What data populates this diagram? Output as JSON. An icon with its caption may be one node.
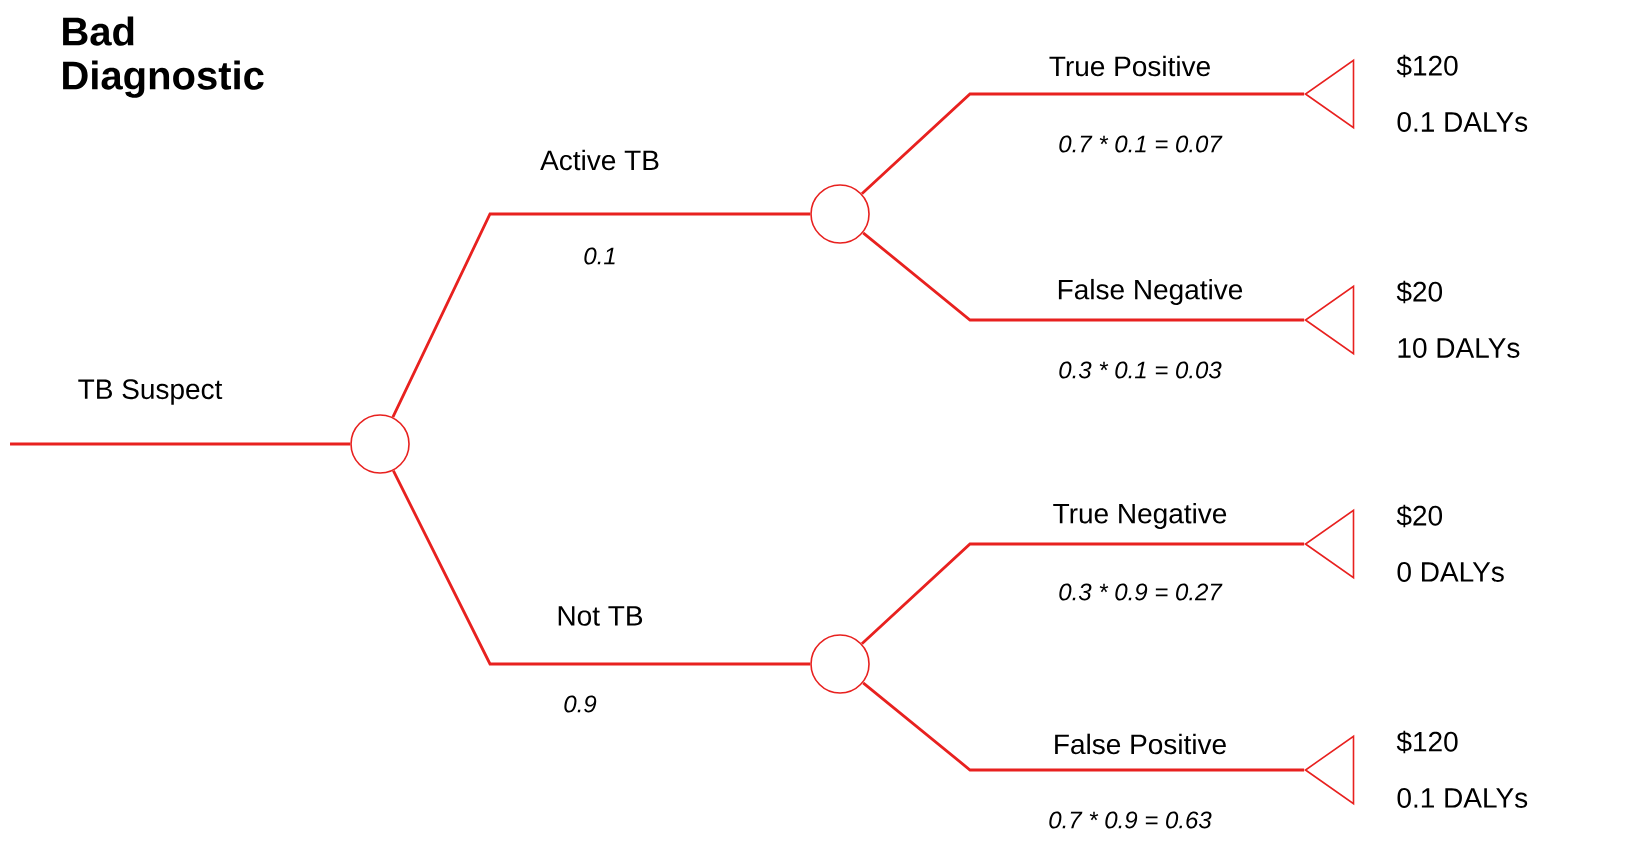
{
  "diagram": {
    "title": "Bad Diagnostic",
    "nodes": [
      {
        "text": [],
        "shape": "circle"
      },
      {
        "text": [],
        "shape": "circle"
      },
      {
        "text": [],
        "shape": "circle"
      },
      {
        "text": [],
        "shape": "triangle",
        "beside": [
          "$120",
          "0.1 DALYs"
        ]
      },
      {
        "text": [],
        "shape": "triangle",
        "beside": [
          "$20",
          "10 DALYs"
        ]
      },
      {
        "text": [],
        "shape": "triangle",
        "beside": [
          "$20",
          "0 DALYs"
        ]
      },
      {
        "text": [],
        "shape": "triangle",
        "beside": [
          "$120",
          "0.1 DALYs"
        ]
      }
    ],
    "edges": [
      {
        "from": null,
        "to": 0,
        "arrow": "none",
        "label": "TB Suspect"
      },
      {
        "from": 0,
        "to": 1,
        "arrow": "none",
        "label": "Active TB"
      },
      {
        "from": 0,
        "to": 2,
        "arrow": "none",
        "label": "Not TB"
      },
      {
        "from": 1,
        "to": 3,
        "arrow": "none",
        "label": "True Positive"
      },
      {
        "from": 1,
        "to": 4,
        "arrow": "none",
        "label": "False Negative"
      },
      {
        "from": 2,
        "to": 5,
        "arrow": "none",
        "label": "True Negative"
      },
      {
        "from": 2,
        "to": 6,
        "arrow": "none",
        "label": "False Positive"
      }
    ],
    "labels": [
      "0.7 * 0.1 = 0.07",
      "0.1",
      "0.3 * 0.1 = 0.03",
      "0.3 * 0.9 = 0.27",
      "0.9",
      "0.7 * 0.9 = 0.63"
    ]
  }
}
